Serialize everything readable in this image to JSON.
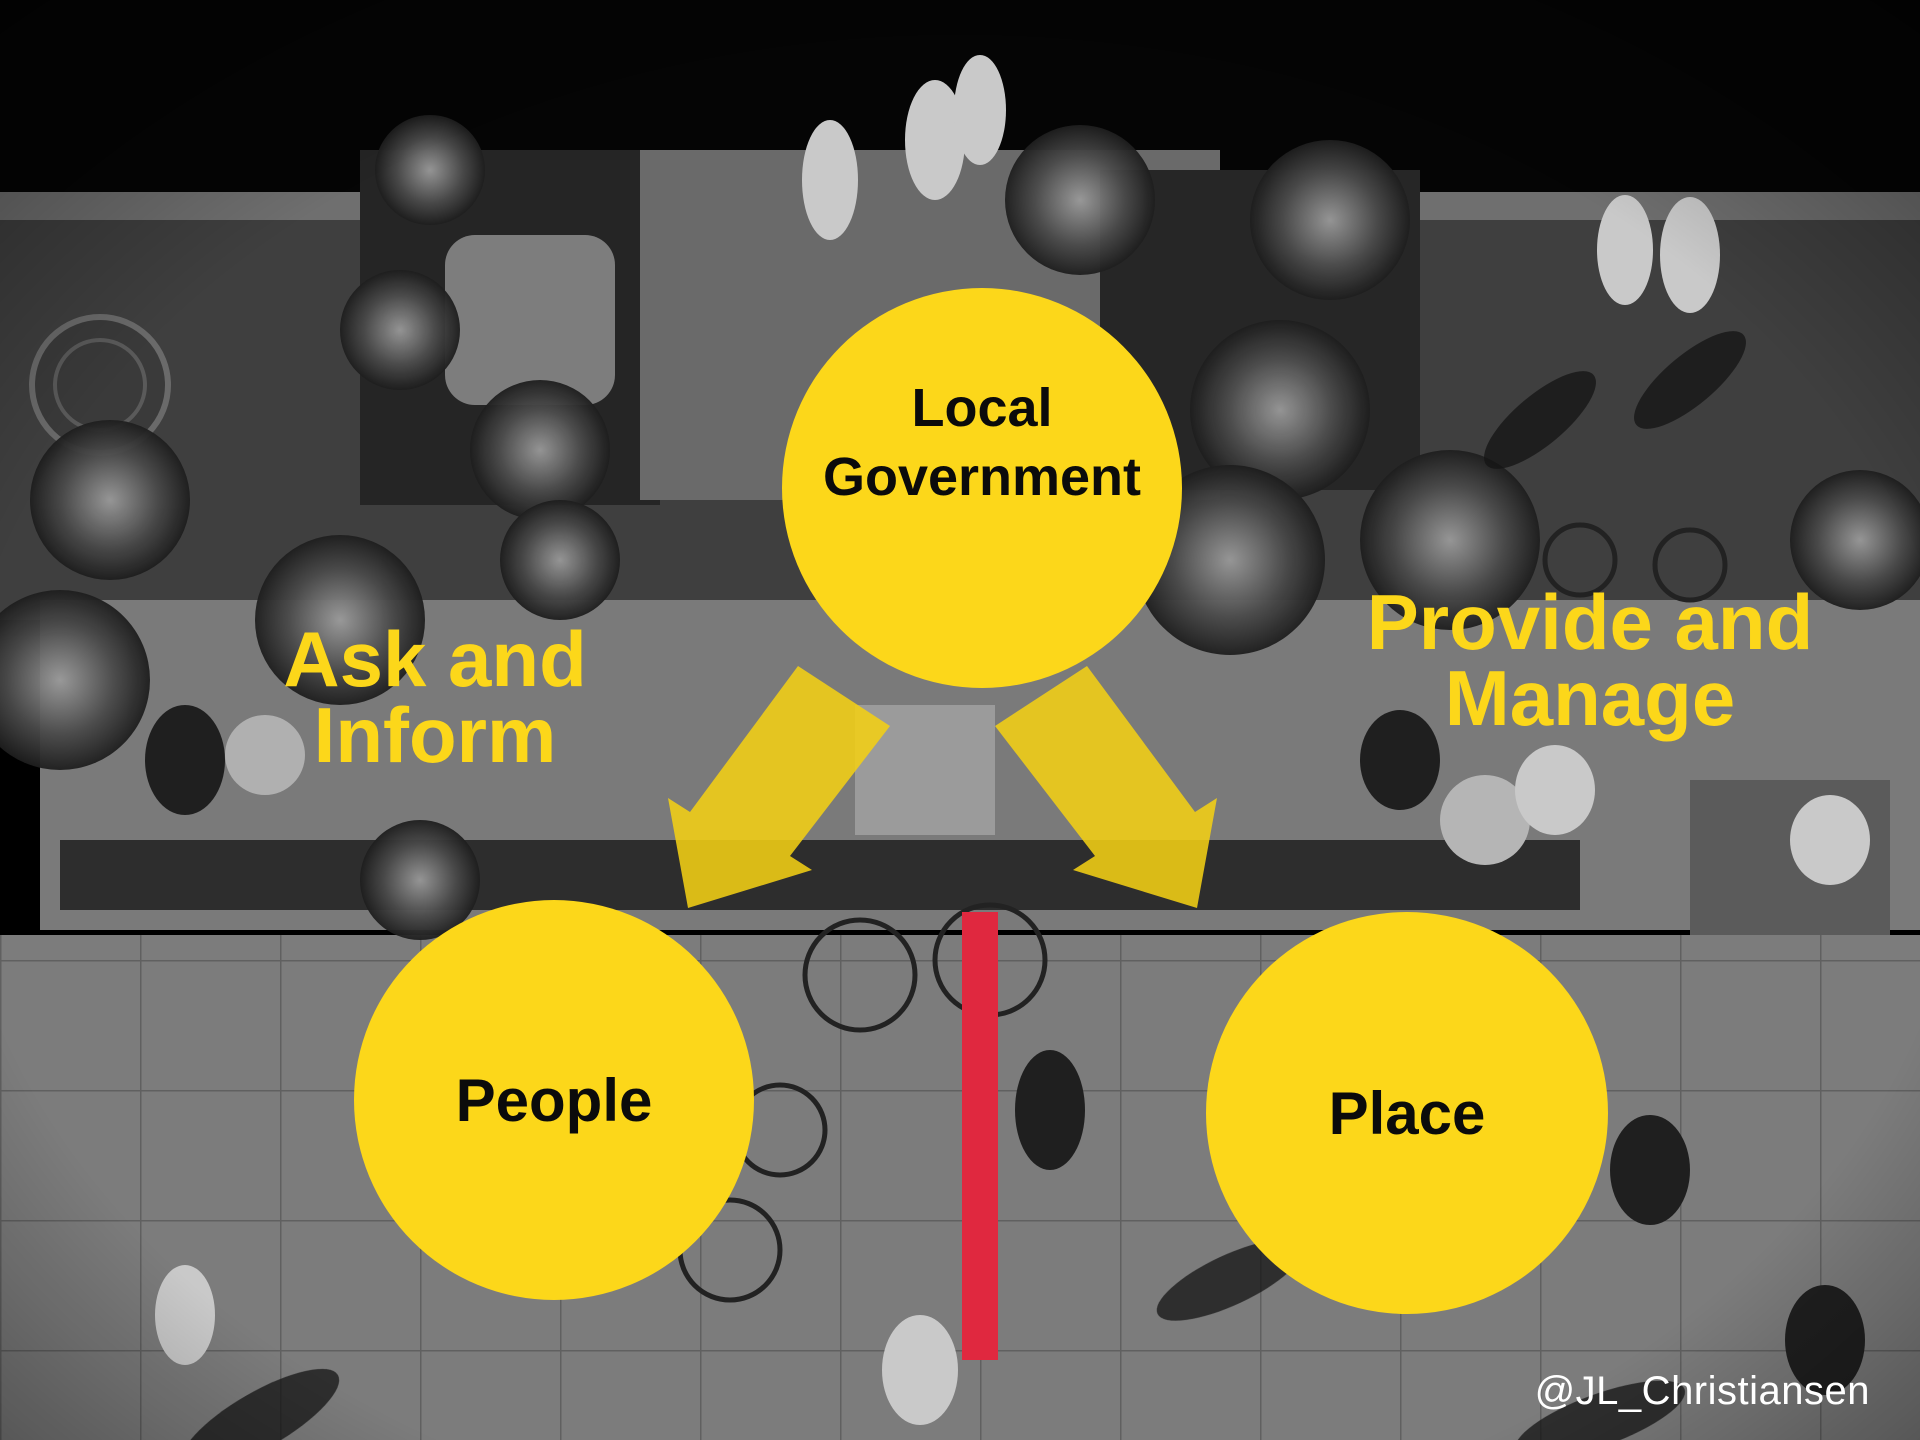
{
  "diagram": {
    "nodes": {
      "local_government": "Local Government",
      "people": "People",
      "place": "Place"
    },
    "edge_labels": {
      "ask_inform": "Ask and Inform",
      "provide_manage": "Provide and Manage"
    },
    "credit": "@JL_Christiansen"
  },
  "colors": {
    "node_fill": "#fcd71a",
    "edge_label": "#fcd71a",
    "arrow_fill": "#f3cf14",
    "divider": "#e0283f",
    "node_text": "#0b0b0b"
  },
  "icons": [
    "arrow-down-left-icon",
    "arrow-down-right-icon"
  ]
}
